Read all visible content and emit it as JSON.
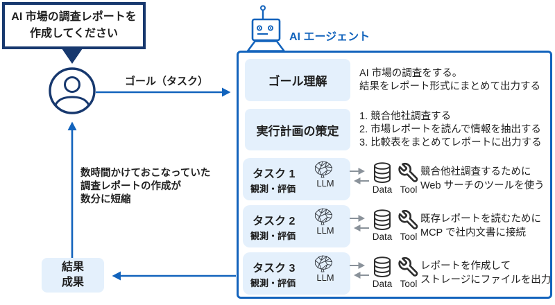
{
  "colors": {
    "navy": "#17386E",
    "blue": "#1263BC",
    "light_blue": "#E4F0FC",
    "arrow_gray": "#8A929A",
    "text": "#1F1F1F"
  },
  "bubble": {
    "lines": [
      "AI 市場の調査レポートを",
      "作成してください"
    ]
  },
  "user": {
    "icon": "person-icon"
  },
  "goal_arrow_label": "ゴール（タスク）",
  "agent": {
    "icon": "robot-icon",
    "label": "AI エージェント"
  },
  "steps": [
    {
      "label": "ゴール理解",
      "desc": [
        "AI 市場の調査をする。",
        "結果をレポート形式にまとめて出力する"
      ]
    },
    {
      "label": "実行計画の策定",
      "desc": [
        "1. 競合他社調査する",
        "2. 市場レポートを読んで情報を抽出する",
        "3. 比較表をまとめてレポートに出力する"
      ]
    }
  ],
  "tasks": [
    {
      "title": "タスク 1",
      "subtitle": "観測・評価",
      "llm_icon": "brain-icon",
      "llm_label": "LLM",
      "data_icon": "database-icon",
      "data_label": "Data",
      "tool_icon": "wrench-icon",
      "tool_label": "Tool",
      "desc": [
        "競合他社調査するために",
        "Web サーチのツールを使う"
      ]
    },
    {
      "title": "タスク 2",
      "subtitle": "観測・評価",
      "llm_icon": "brain-icon",
      "llm_label": "LLM",
      "data_icon": "database-icon",
      "data_label": "Data",
      "tool_icon": "wrench-icon",
      "tool_label": "Tool",
      "desc": [
        "既存レポートを読むために",
        "MCP で社内文書に接続"
      ]
    },
    {
      "title": "タスク 3",
      "subtitle": "観測・評価",
      "llm_icon": "brain-icon",
      "llm_label": "LLM",
      "data_icon": "database-icon",
      "data_label": "Data",
      "tool_icon": "wrench-icon",
      "tool_label": "Tool",
      "desc": [
        "レポートを作成して",
        "ストレージにファイルを出力"
      ]
    }
  ],
  "benefit": {
    "lines": [
      "数時間かけておこなっていた",
      "調査レポートの作成が",
      "数分に短縮"
    ]
  },
  "result": {
    "lines": [
      "結果",
      "成果"
    ]
  }
}
